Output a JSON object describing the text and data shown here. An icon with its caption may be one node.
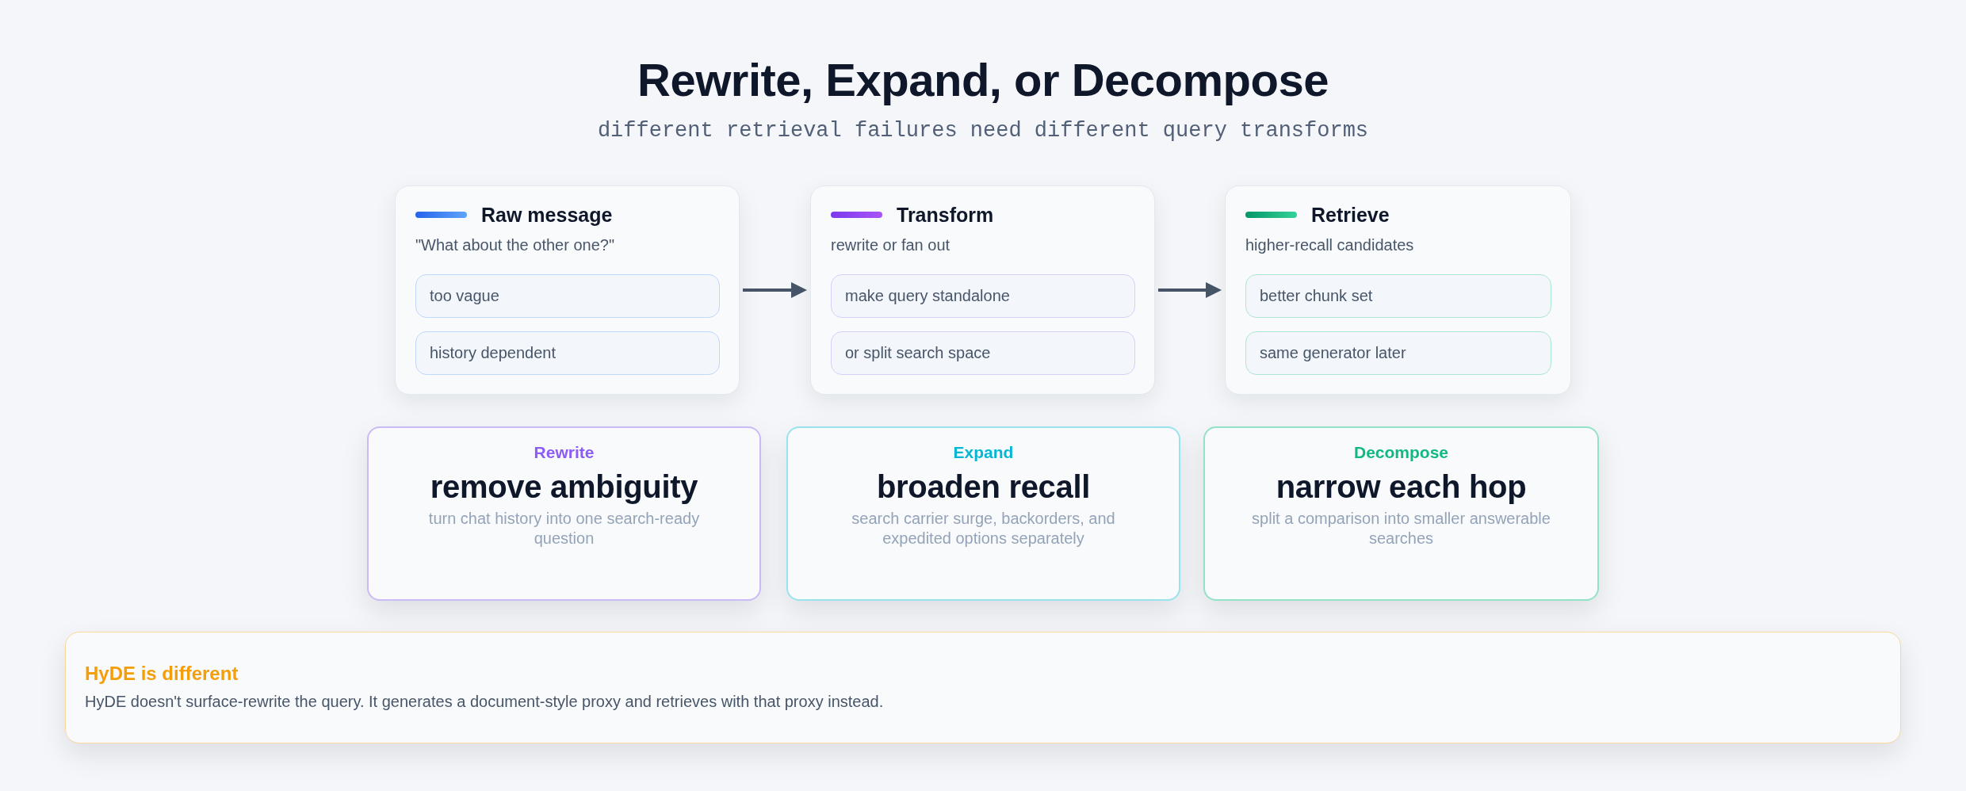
{
  "diagram": {
    "title": "Rewrite, Expand, or Decompose",
    "nodes": [
      {
        "text": [
          "Raw message",
          "\"What about the other one?\""
        ]
      },
      {
        "text": [
          "too vague"
        ],
        "in": 0
      },
      {
        "text": [
          "history dependent"
        ],
        "in": 0
      },
      {
        "text": [
          "Transform",
          "rewrite or fan out"
        ]
      },
      {
        "text": [
          "make query standalone"
        ],
        "in": 3
      },
      {
        "text": [
          "or split search space"
        ],
        "in": 3
      },
      {
        "text": [
          "Retrieve",
          "higher-recall candidates"
        ]
      },
      {
        "text": [
          "better chunk set"
        ],
        "in": 6
      },
      {
        "text": [
          "same generator later"
        ],
        "in": 6
      },
      {
        "text": [
          "Rewrite",
          "remove ambiguity",
          "turn chat history into one search-ready question"
        ]
      },
      {
        "text": [
          "Expand",
          "broaden recall",
          "search carrier surge, backorders, and expedited options separately"
        ]
      },
      {
        "text": [
          "Decompose",
          "narrow each hop",
          "split a comparison into smaller answerable searches"
        ]
      },
      {
        "text": [
          "HyDE is different",
          "HyDE doesn't surface-rewrite the query. It generates a document-style proxy and retrieves with that proxy instead."
        ]
      }
    ],
    "edges": [
      {
        "from": 0,
        "to": 3,
        "arrow": "to"
      },
      {
        "from": 3,
        "to": 6,
        "arrow": "to"
      }
    ],
    "labels": [
      "different retrieval failures need different query transforms"
    ]
  }
}
